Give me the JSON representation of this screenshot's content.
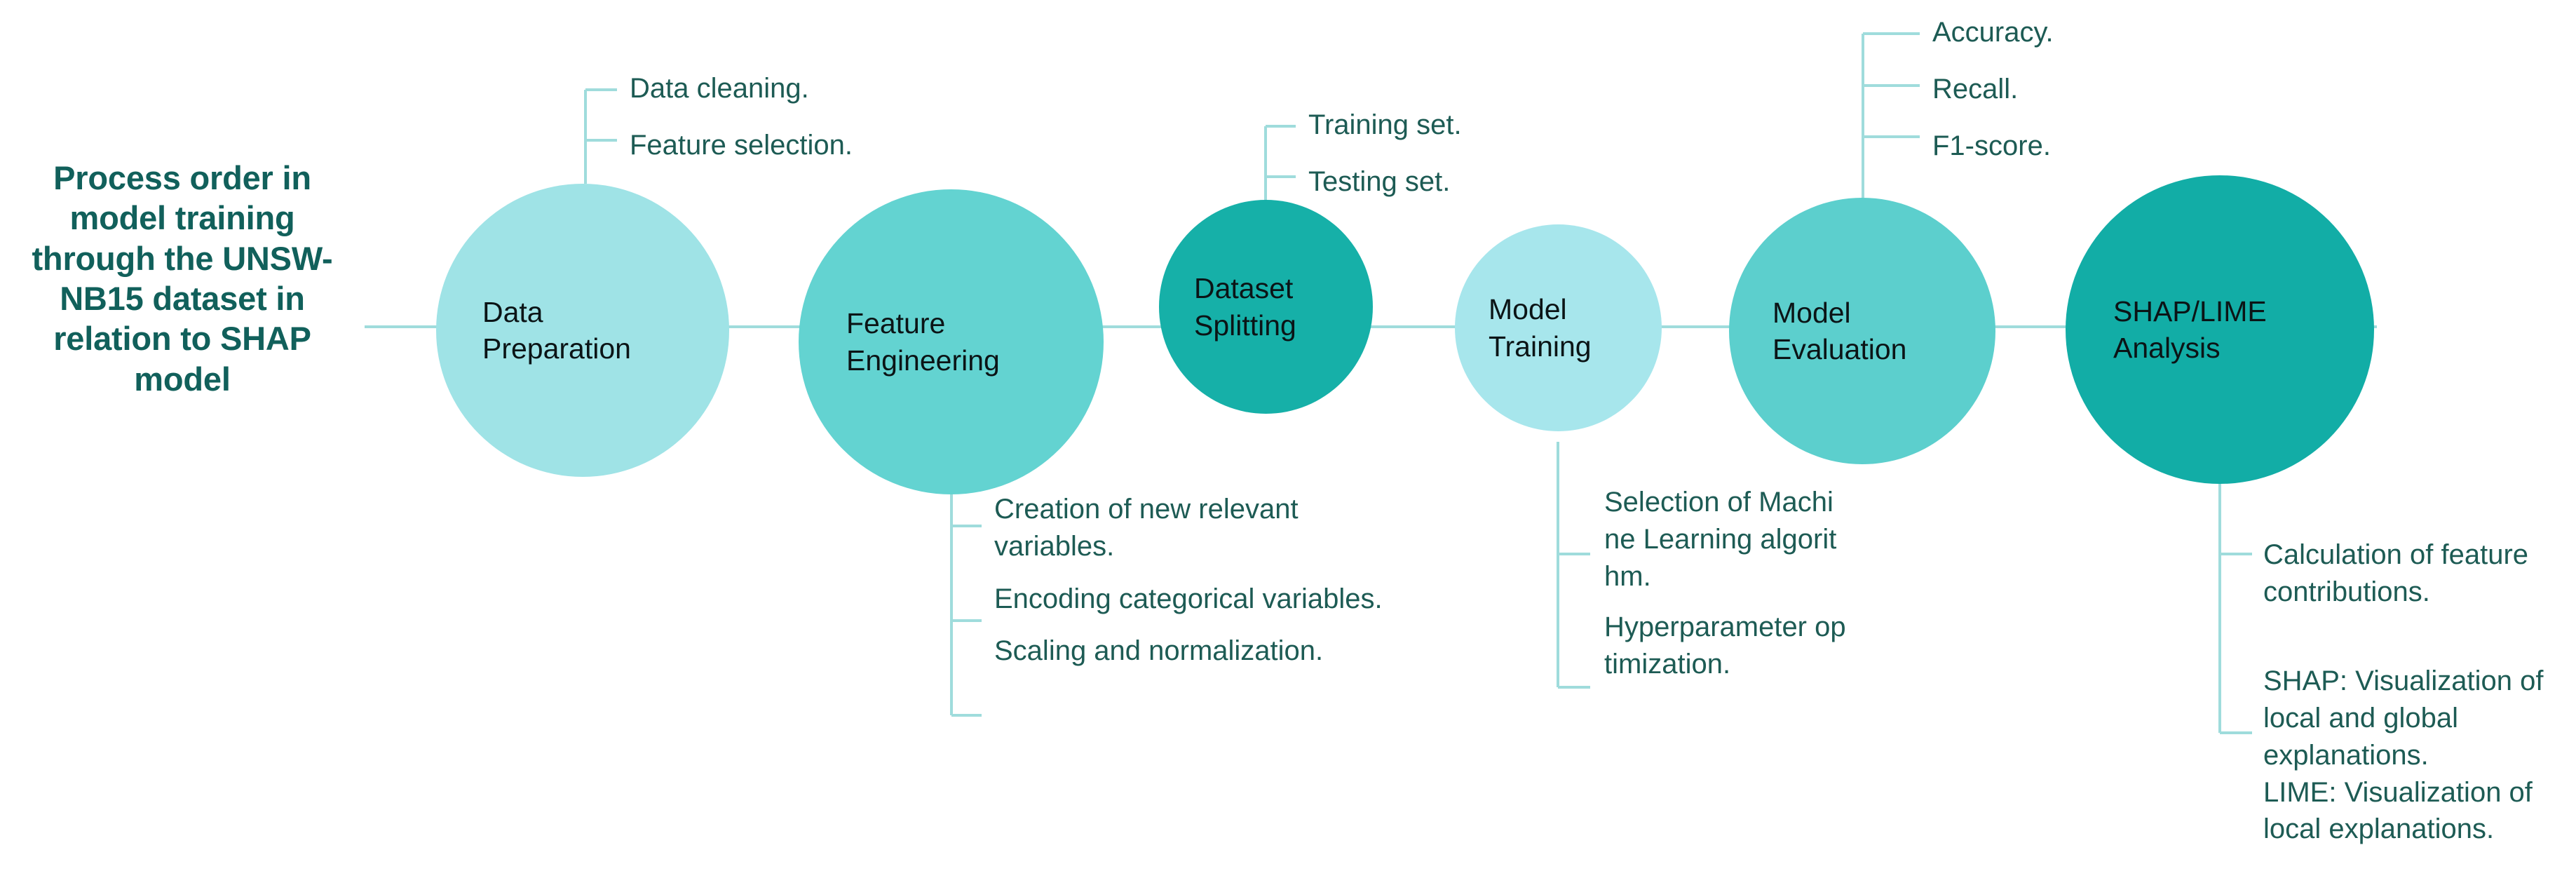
{
  "title": {
    "text": "Process order in model training through the UNSW-NB15 dataset in relation to SHAP model",
    "color": "#11605b"
  },
  "theme": {
    "background": "#ffffff",
    "connector_line": "#9fdcdc",
    "annotation_text": "#1d5b54",
    "node_text": "#0b1416"
  },
  "nodes": [
    {
      "id": "data-preparation",
      "label": "Data\nPreparation",
      "color": "#9fe3e6"
    },
    {
      "id": "feature-engineering",
      "label": "Feature\nEngineering",
      "color": "#63d3d1"
    },
    {
      "id": "dataset-splitting",
      "label": "Dataset\nSplitting",
      "color": "#16b0a8"
    },
    {
      "id": "model-training",
      "label": "Model\nTraining",
      "color": "#a7e6ec"
    },
    {
      "id": "model-evaluation",
      "label": "Model\nEvaluation",
      "color": "#5ccfcd"
    },
    {
      "id": "shap-lime-analysis",
      "label": "SHAP/LIME\nAnalysis",
      "color": "#12ada6"
    }
  ],
  "annotations": {
    "data_preparation": [
      "Data cleaning.",
      "Feature selection."
    ],
    "feature_engineering": [
      "Creation of new relevant variables.",
      "Encoding categorical variables.",
      "Scaling and normalization."
    ],
    "dataset_splitting": [
      "Training set.",
      "Testing set."
    ],
    "model_training": [
      "Selection of Machine Learning algorithm.",
      "Hyperparameter optimization."
    ],
    "model_evaluation": [
      "Accuracy.",
      "Recall.",
      "F1-score."
    ],
    "shap_lime_analysis": [
      "Calculation of feature contributions.",
      "SHAP: Visualization of local and global explanations.\nLIME: Visualization of local explanations."
    ]
  }
}
